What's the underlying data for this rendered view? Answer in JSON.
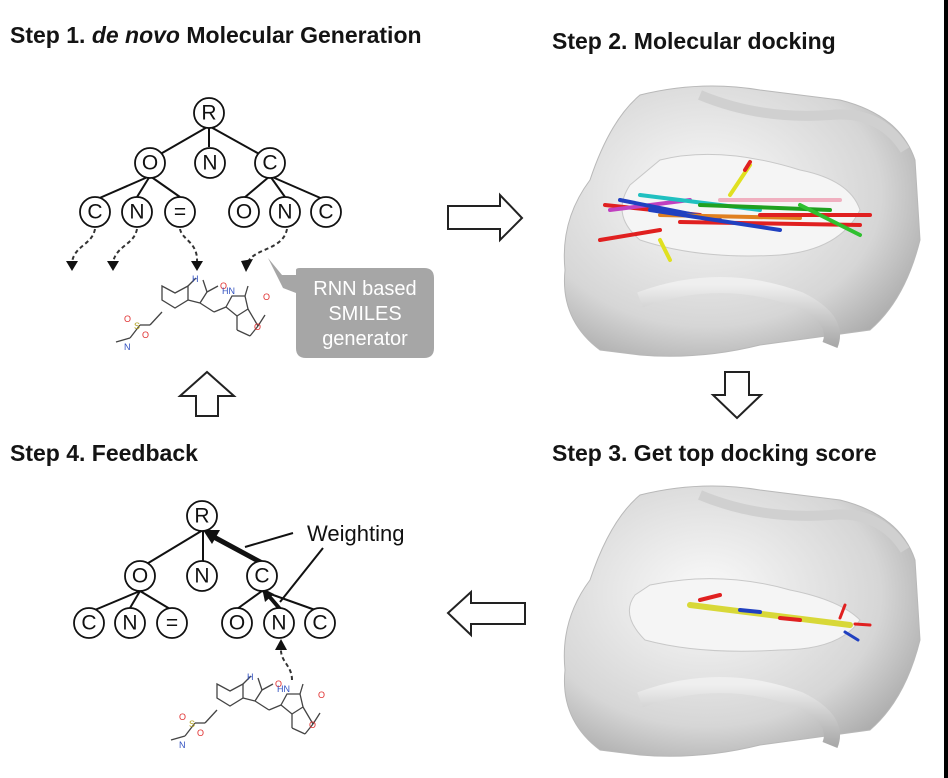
{
  "steps": {
    "step1": {
      "prefix": "Step 1. ",
      "italic": "de novo",
      "suffix": " Molecular Generation"
    },
    "step2": {
      "title": "Step 2. Molecular docking"
    },
    "step3": {
      "title": "Step 3. Get top docking score"
    },
    "step4": {
      "title": "Step 4. Feedback"
    }
  },
  "tree_generation": {
    "root": "R",
    "level1": [
      "O",
      "N",
      "C"
    ],
    "level2": [
      "C",
      "N",
      "=",
      "O",
      "N",
      "C"
    ]
  },
  "tree_feedback": {
    "root": "R",
    "level1": [
      "O",
      "N",
      "C"
    ],
    "level2": [
      "C",
      "N",
      "=",
      "O",
      "N",
      "C"
    ],
    "annotation": "Weighting"
  },
  "callout": {
    "lines": [
      "RNN based",
      "SMILES",
      "generator"
    ],
    "color": "#a6a6a6"
  },
  "molecule": {
    "atom_labels": {
      "nh": "H",
      "n": "N",
      "hn": "HN",
      "o": "O",
      "s": "S"
    }
  },
  "docking_images": {
    "step2": "protein pocket surface with multiple docked ligand poses (multicolored)",
    "step3": "protein pocket surface with top-scoring ligand pose (yellow)"
  },
  "colors": {
    "text": "#141414",
    "surface": "#d8d8d8",
    "ligand_top": "#d8d838"
  }
}
